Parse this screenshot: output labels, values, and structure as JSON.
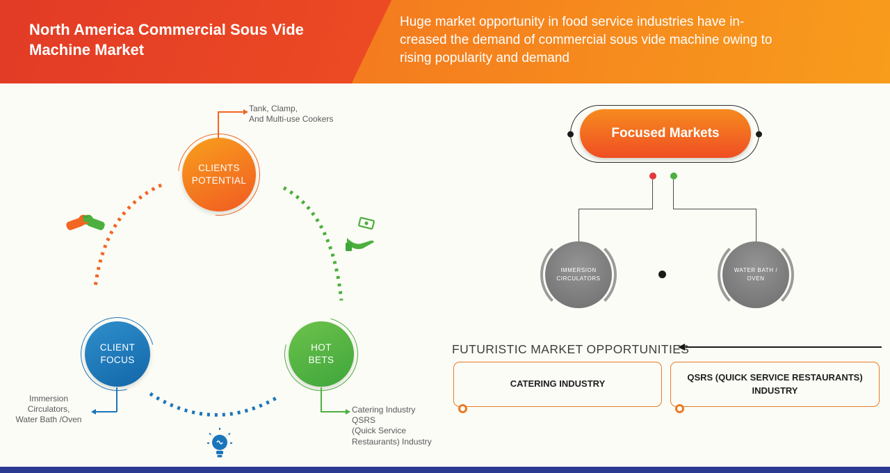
{
  "colors": {
    "orange": "#f26522",
    "orange_light": "#f89c1c",
    "red_orange": "#e23b26",
    "blue": "#1b75bb",
    "green": "#4caf3e",
    "gray_node": "#7f7f7f",
    "navy_footer": "#2b3990",
    "text_gray": "#58595b"
  },
  "header": {
    "title_line1": "North America Commercial Sous Vide",
    "title_line2": "Machine Market",
    "subtitle_line1": "Huge market opportunity in food service industries have in-",
    "subtitle_line2": "creased the demand of commercial sous vide machine owing to",
    "subtitle_line3": "rising popularity and demand"
  },
  "left_diagram": {
    "clients_potential": {
      "label_line1": "CLIENTS",
      "label_line2": "POTENTIAL",
      "callout_line1": "Tank, Clamp,",
      "callout_line2": "And Multi-use Cookers"
    },
    "client_focus": {
      "label_line1": "CLIENT",
      "label_line2": "FOCUS",
      "callout_line1": "Immersion",
      "callout_line2": "Circulators,",
      "callout_line3": "Water Bath /Oven"
    },
    "hot_bets": {
      "label_line1": "HOT",
      "label_line2": "BETS",
      "callout_line1": "Catering Industry",
      "callout_line2": "QSRS",
      "callout_line3": "(Quick Service",
      "callout_line4": "Restaurants) Industry"
    },
    "icons": {
      "handshake": "handshake-icon",
      "money_hand": "money-hand-icon",
      "bulb": "light-bulb-icon"
    }
  },
  "right_diagram": {
    "focused_markets_label": "Focused Markets",
    "nodes": [
      {
        "line1": "IMMERSION",
        "line2": "CIRCULATORS"
      },
      {
        "line1": "WATER BATH /",
        "line2": "OVEN"
      }
    ],
    "opportunities_heading": "FUTURISTIC MARKET OPPORTUNITIES",
    "opportunity_boxes": [
      {
        "line1": "CATERING INDUSTRY",
        "line2": ""
      },
      {
        "line1": "QSRS (QUICK SERVICE RESTAURANTS)",
        "line2": "INDUSTRY"
      }
    ]
  }
}
